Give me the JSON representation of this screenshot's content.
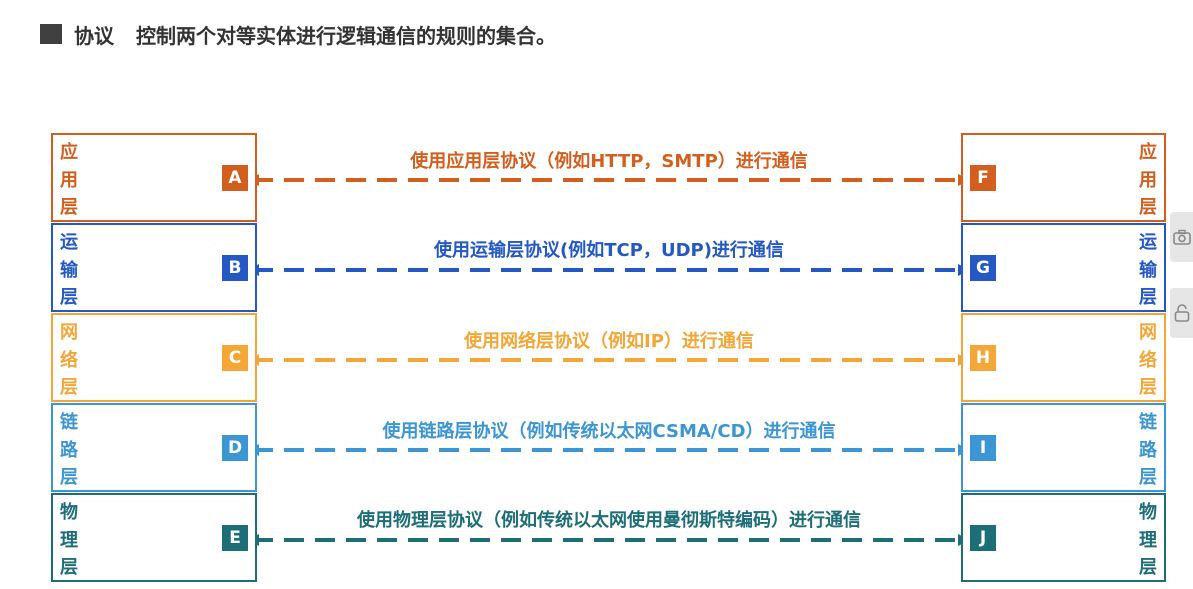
{
  "title": {
    "term": "协议",
    "definition": "控制两个对等实体进行逻辑通信的规则的集合。"
  },
  "layers": [
    {
      "name_chars": [
        "应",
        "用",
        "层"
      ],
      "left_badge": "A",
      "right_badge": "F",
      "label": "使用应用层协议（例如HTTP，SMTP）进行通信",
      "color": "#d35f1e"
    },
    {
      "name_chars": [
        "运",
        "输",
        "层"
      ],
      "left_badge": "B",
      "right_badge": "G",
      "label": "使用运输层协议(例如TCP，UDP)进行通信",
      "color": "#2459c4"
    },
    {
      "name_chars": [
        "网",
        "络",
        "层"
      ],
      "left_badge": "C",
      "right_badge": "H",
      "label": "使用网络层协议（例如IP）进行通信",
      "color": "#f4a637"
    },
    {
      "name_chars": [
        "链",
        "路",
        "层"
      ],
      "left_badge": "D",
      "right_badge": "I",
      "label": "使用链路层协议（例如传统以太网CSMA/CD）进行通信",
      "color": "#3c96d4"
    },
    {
      "name_chars": [
        "物",
        "理",
        "层"
      ],
      "left_badge": "E",
      "right_badge": "J",
      "label": "使用物理层协议（例如传统以太网使用曼彻斯特编码）进行通信",
      "color": "#1e6e78"
    }
  ],
  "side_tabs": [
    {
      "icon": "camera-icon"
    },
    {
      "icon": "lock-icon"
    }
  ]
}
